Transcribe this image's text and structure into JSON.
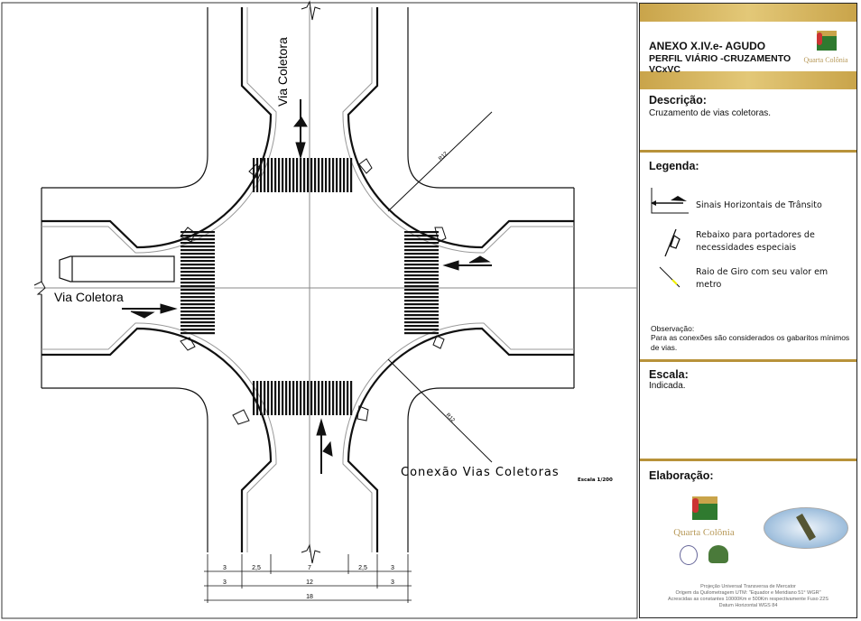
{
  "drawing": {
    "labels": {
      "via_vertical": "Via Coletora",
      "via_horizontal": "Via Coletora",
      "connection": "Conexão Vias Coletoras",
      "scale": "Escala 1/200",
      "radius_ne": "R12",
      "radius_se": "R12"
    },
    "dimensions": {
      "row1": [
        "3",
        "2,5",
        "7",
        "2,5",
        "3"
      ],
      "row2": [
        "3",
        "12",
        "3"
      ],
      "row3": [
        "18"
      ]
    }
  },
  "panel": {
    "title_line1": "ANEXO X.IV.e- AGUDO",
    "title_line2": "PERFIL VIÁRIO -CRUZAMENTO",
    "title_line3": "VCxVC",
    "logo_text": "Quarta Colônia",
    "descricao_title": "Descrição:",
    "descricao_text": "Cruzamento de vias coletoras.",
    "legenda_title": "Legenda:",
    "legend": [
      {
        "icon": "traffic-marking-icon",
        "text": "Sinais Horizontais de Trânsito"
      },
      {
        "icon": "curb-ramp-icon",
        "text": "Rebaixo para portadores de necessidades especiais"
      },
      {
        "icon": "turn-radius-icon",
        "text": "Raio de Giro com seu valor em metro"
      }
    ],
    "observacao_title": "Observação:",
    "observacao_text": "Para as conexões são considerados os gabaritos mínimos de vias.",
    "escala_title": "Escala:",
    "escala_text": "Indicada.",
    "elaboracao_title": "Elaboração:",
    "elab_logo_text": "Quarta Colônia",
    "footer": [
      "Projeção Universal Transversa de Mercator",
      "Origem da Quilometragem UTM: \"Equador e Meridiano 51° WGR\"",
      "Acrescidas as constantes 10000Km e 500Km respectivamente Fuso 22S",
      "Datum Horizontal WGS 84"
    ],
    "colors": {
      "gold": "#c9a44a"
    }
  }
}
